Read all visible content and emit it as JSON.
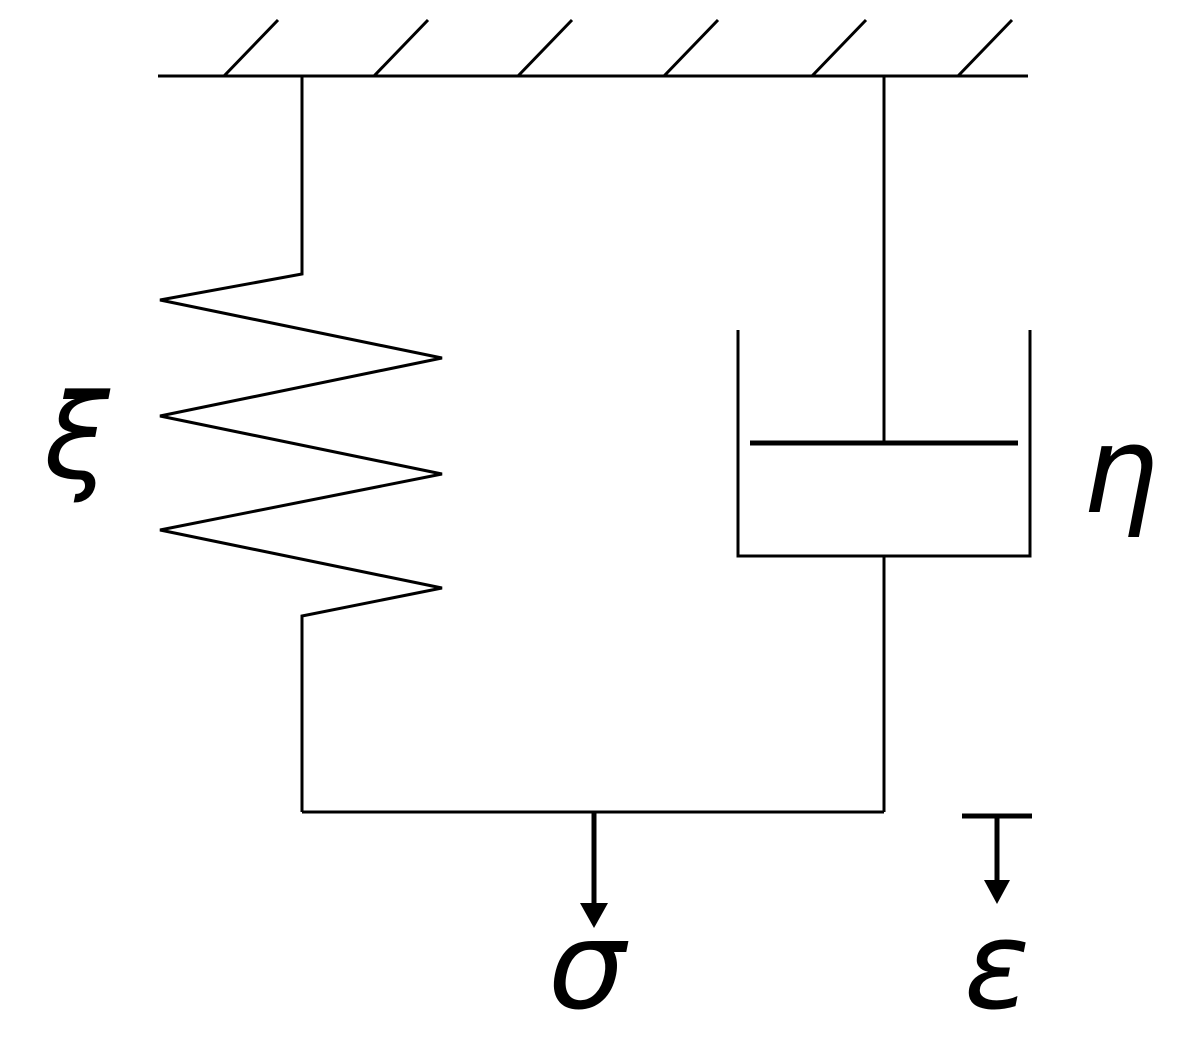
{
  "labels": {
    "spring_symbol": "ξ",
    "dashpot_symbol": "η",
    "stress_symbol": "σ",
    "strain_symbol": "ε"
  },
  "colors": {
    "stroke": "#000000",
    "background": "#ffffff"
  }
}
